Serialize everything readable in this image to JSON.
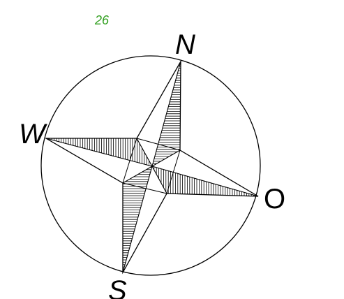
{
  "page_number": "26",
  "labels": {
    "north": "N",
    "west": "W",
    "east": "O",
    "south": "S"
  },
  "colors": {
    "ink": "#000000",
    "page_number": "#2e9e1c",
    "background": "#ffffff"
  }
}
